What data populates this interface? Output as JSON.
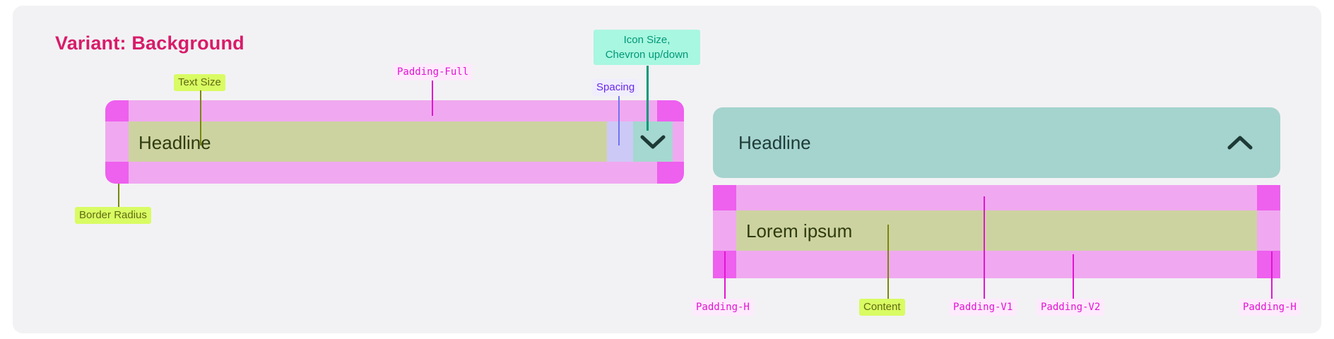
{
  "page": {
    "title": "Variant: Background",
    "title_color": "#d81b69",
    "background": "#f2f2f4"
  },
  "annotations": {
    "text_size": "Text Size",
    "padding_full": "Padding-Full",
    "icon_size": "Icon Size,\nChevron up/down",
    "icon_size_line1": "Icon Size,",
    "icon_size_line2": "Chevron up/down",
    "spacing": "Spacing",
    "border_radius": "Border Radius",
    "padding_h_left": "Padding-H",
    "content": "Content",
    "padding_v1": "Padding-V1",
    "padding_v2": "Padding-V2",
    "padding_h_right": "Padding-H"
  },
  "left_accordion": {
    "headline": "Headline",
    "chevron": "chevron-down",
    "state": "collapsed"
  },
  "right_accordion": {
    "headline": "Headline",
    "chevron": "chevron-up",
    "state": "expanded",
    "body_text": "Lorem ipsum",
    "header_color": "#a5d3ce"
  },
  "colors": {
    "padding_band": "#f0a9f0",
    "radius_block": "#ee60ee",
    "text_band": "#cdd3a0",
    "spacing_block": "#cdc9f6",
    "icon_block": "#a5d8d0",
    "label_pink": "#e215d2",
    "label_lime": "#5f6b12",
    "label_teal": "#009878",
    "label_violet": "#6a2ae8"
  }
}
